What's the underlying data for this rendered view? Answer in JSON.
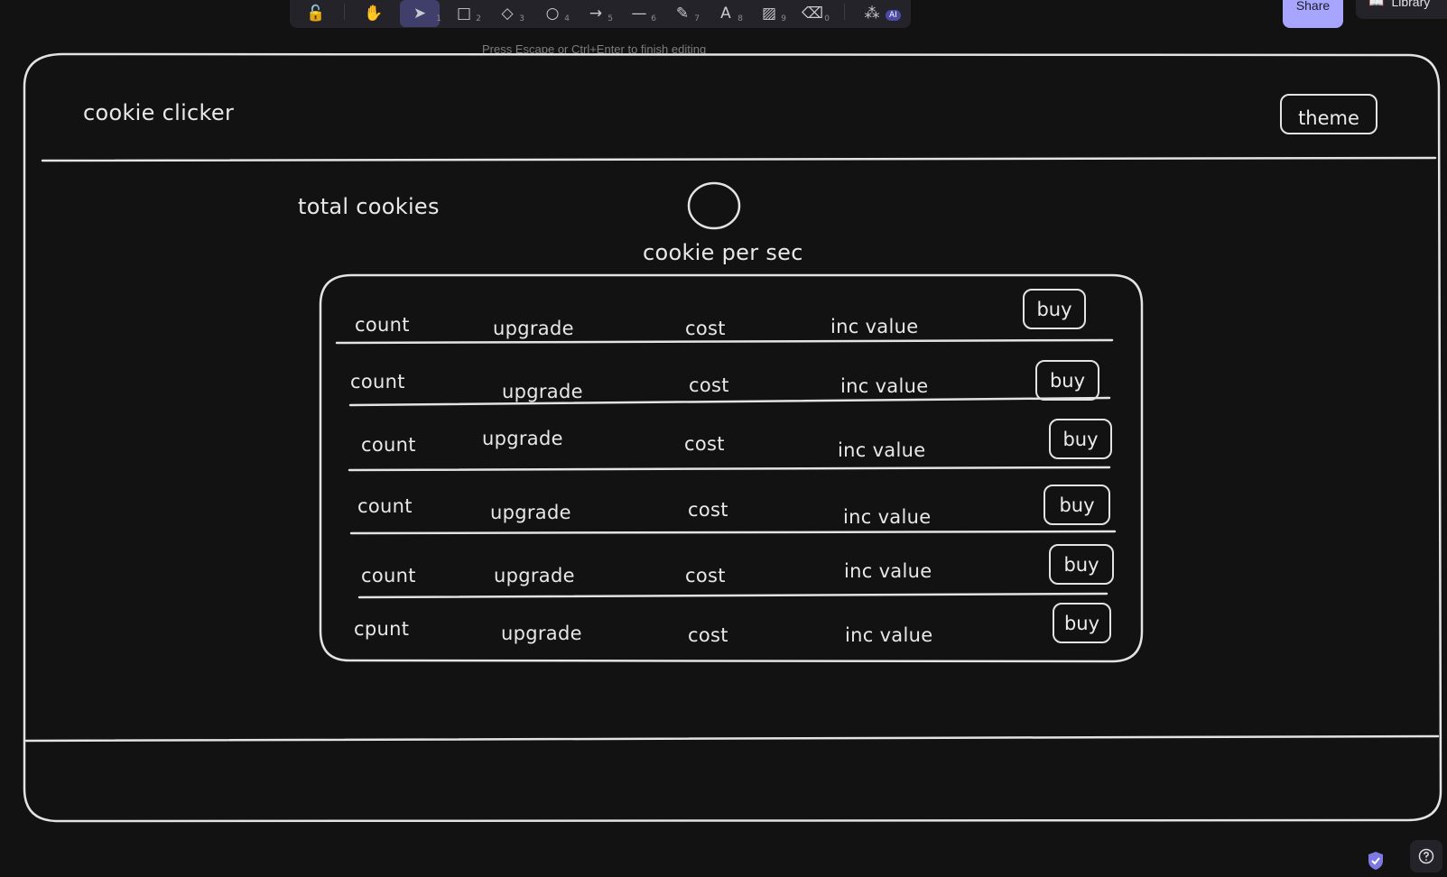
{
  "toolbar": {
    "tools": [
      {
        "name": "lock",
        "glyph": "🔓",
        "num": ""
      },
      {
        "name": "hand",
        "glyph": "✋",
        "num": ""
      },
      {
        "name": "selection",
        "glyph": "➤",
        "num": "1"
      },
      {
        "name": "rectangle",
        "glyph": "□",
        "num": "2"
      },
      {
        "name": "diamond",
        "glyph": "◇",
        "num": "3"
      },
      {
        "name": "ellipse",
        "glyph": "○",
        "num": "4"
      },
      {
        "name": "arrow",
        "glyph": "→",
        "num": "5"
      },
      {
        "name": "line",
        "glyph": "—",
        "num": "6"
      },
      {
        "name": "draw",
        "glyph": "✎",
        "num": "7"
      },
      {
        "name": "text",
        "glyph": "A",
        "num": "8"
      },
      {
        "name": "image",
        "glyph": "▨",
        "num": "9"
      },
      {
        "name": "eraser",
        "glyph": "⌫",
        "num": "0"
      },
      {
        "name": "more-tools",
        "glyph": "⁂",
        "num": ""
      }
    ],
    "ai_badge": "AI",
    "active_tool": "selection"
  },
  "hint": "Press Escape or Ctrl+Enter to finish editing",
  "share_label": "Share",
  "library_label": "Library",
  "sketch": {
    "app_title": "cookie clicker",
    "theme_button": "theme",
    "total_cookies": "total cookies",
    "cookie_per_sec": "cookie per sec",
    "rows": [
      {
        "count": "count",
        "upgrade": "upgrade",
        "cost": "cost",
        "inc": "inc value",
        "buy": "buy"
      },
      {
        "count": "count",
        "upgrade": "upgrade",
        "cost": "cost",
        "inc": "inc value",
        "buy": "buy"
      },
      {
        "count": "count",
        "upgrade": "upgrade",
        "cost": "cost",
        "inc": "inc value",
        "buy": "buy"
      },
      {
        "count": "count",
        "upgrade": "upgrade",
        "cost": "cost",
        "inc": "inc value",
        "buy": "buy"
      },
      {
        "count": "count",
        "upgrade": "upgrade",
        "cost": "cost",
        "inc": "inc value",
        "buy": "buy"
      },
      {
        "count": "cpunt",
        "upgrade": "upgrade",
        "cost": "cost",
        "inc": "inc value",
        "buy": "buy"
      }
    ]
  },
  "colors": {
    "canvas": "#121212",
    "stroke": "#e3e3e3",
    "accent": "#a8a5ff"
  }
}
